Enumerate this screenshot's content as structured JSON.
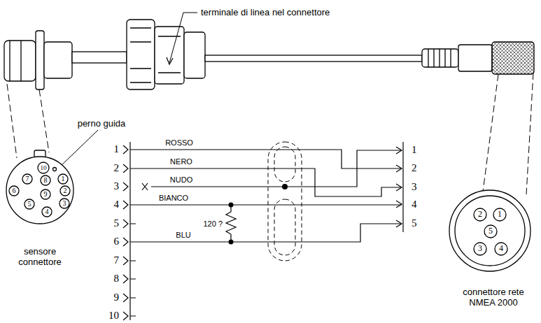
{
  "diagram": {
    "labels": [
      "terminale di linea nel connettore",
      "perno guida",
      "1",
      "2",
      "3",
      "4",
      "5",
      "6",
      "7",
      "8",
      "9",
      "10",
      "sensore connettore",
      "1",
      "2",
      "3",
      "4",
      "5",
      "6",
      "7",
      "8",
      "9",
      "10",
      "ROSSO",
      "NERO",
      "NUDO",
      "BIANCO",
      "BLU",
      "120 ?",
      "1",
      "2",
      "3",
      "4",
      "5",
      "1",
      "2",
      "3",
      "4",
      "5",
      "connettore rete NMEA 2000"
    ]
  }
}
